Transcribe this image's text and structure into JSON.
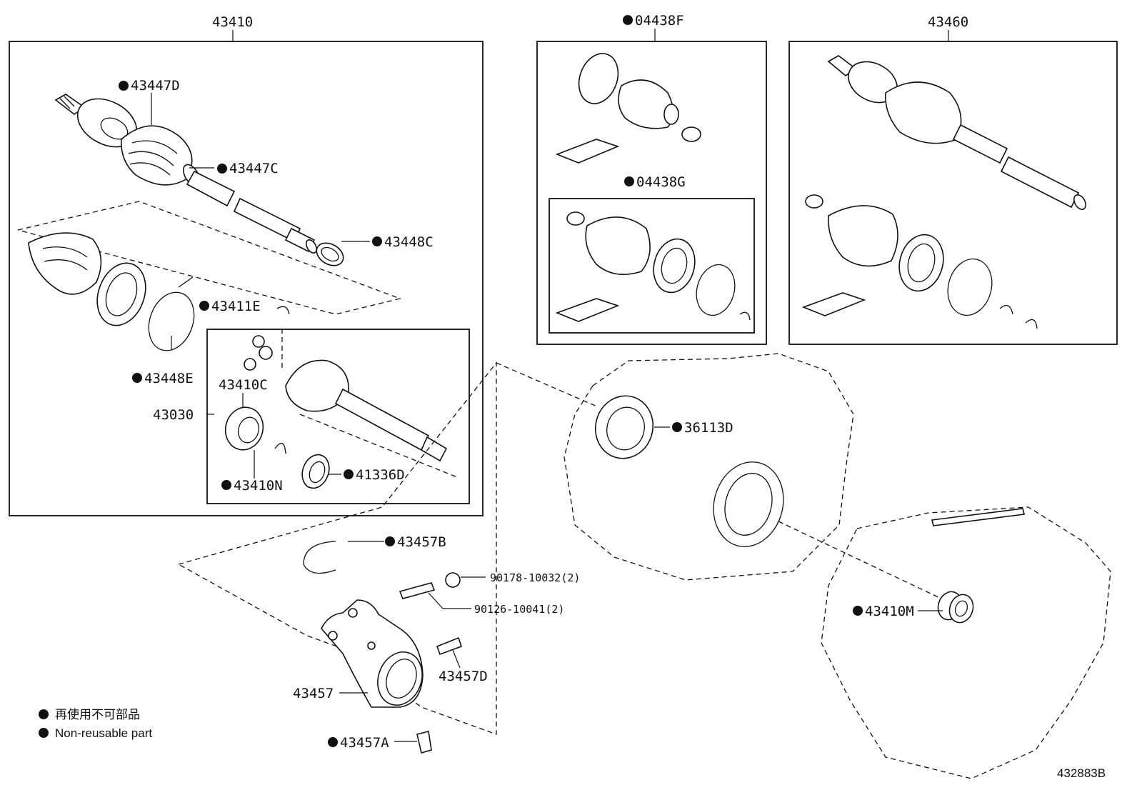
{
  "labels": {
    "p43410": "43410",
    "p04438F": "04438F",
    "p43460": "43460",
    "p43447D": "43447D",
    "p43447C": "43447C",
    "p43448C": "43448C",
    "p04438G": "04438G",
    "p43411E": "43411E",
    "p43448E": "43448E",
    "p43410C": "43410C",
    "p43030": "43030",
    "p43410N": "43410N",
    "p41336D": "41336D",
    "p36113D": "36113D",
    "p43457B": "43457B",
    "p90178": "90178-10032(2)",
    "p90126": "90126-10041(2)",
    "p43457D": "43457D",
    "p43457": "43457",
    "p43457A": "43457A",
    "p43410M": "43410M"
  },
  "legend": {
    "jp": "再使用不可部品",
    "en": "Non-reusable part"
  },
  "figure_id": "432883B"
}
